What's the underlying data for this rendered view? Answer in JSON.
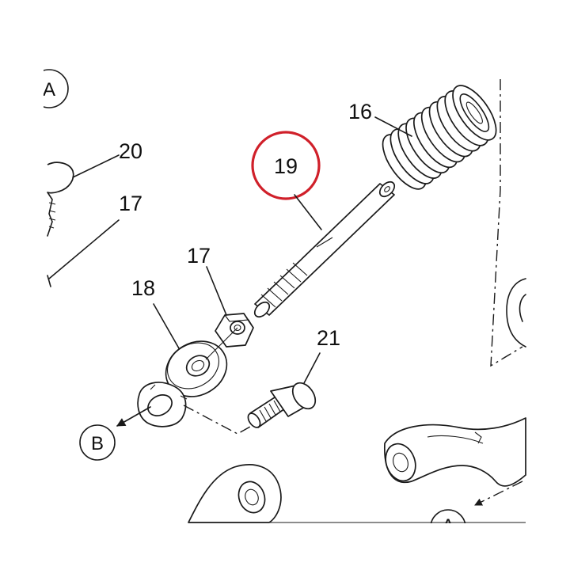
{
  "highlight_color": "#d0202a",
  "callouts": {
    "p16": "16",
    "p17_top": "17",
    "p17_nut": "17",
    "p18": "18",
    "p19": "19",
    "p20": "20",
    "p21": "21"
  },
  "refs": {
    "a_top": "A",
    "a_bottom": "A",
    "b": "B"
  },
  "highlighted_callout": "19"
}
